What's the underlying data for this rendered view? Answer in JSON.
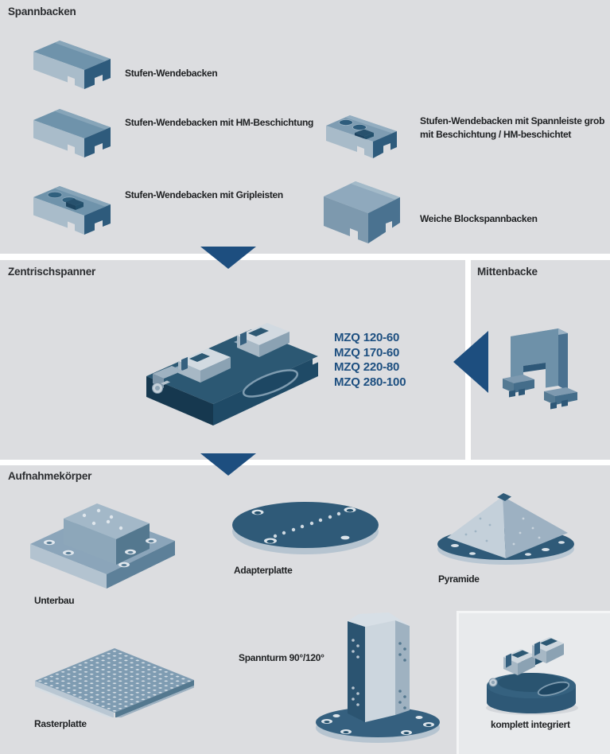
{
  "sections": {
    "spannbacken": {
      "title": "Spannbacken",
      "items_left": [
        {
          "label": "Stufen-Wendebacken"
        },
        {
          "label": "Stufen-Wendebacken mit HM-Beschichtung"
        },
        {
          "label": "Stufen-Wendebacken mit Gripleisten"
        }
      ],
      "items_right": [
        {
          "label": "Stufen-Wendebacken mit Spannleiste grob mit Beschichtung / HM-beschichtet"
        },
        {
          "label": "Weiche Blockspannbacken"
        }
      ]
    },
    "zentrischspanner": {
      "title": "Zentrischspanner",
      "models": [
        "MZQ 120-60",
        "MZQ 170-60",
        "MZQ 220-80",
        "MZQ 280-100"
      ]
    },
    "mittenbacke": {
      "title": "Mittenbacke"
    },
    "aufnahmekoerper": {
      "title": "Aufnahmekörper",
      "items": [
        {
          "label": "Unterbau"
        },
        {
          "label": "Adapterplatte"
        },
        {
          "label": "Pyramide"
        },
        {
          "label": "Spannturm 90°/120°"
        },
        {
          "label": "Rasterplatte"
        },
        {
          "label": "komplett integriert"
        }
      ]
    }
  },
  "colors": {
    "panel_bg": "#dcdde0",
    "accent_arrow": "#1d4e7f",
    "model_text": "#1d4f80",
    "box_bg": "#e8eaec"
  }
}
